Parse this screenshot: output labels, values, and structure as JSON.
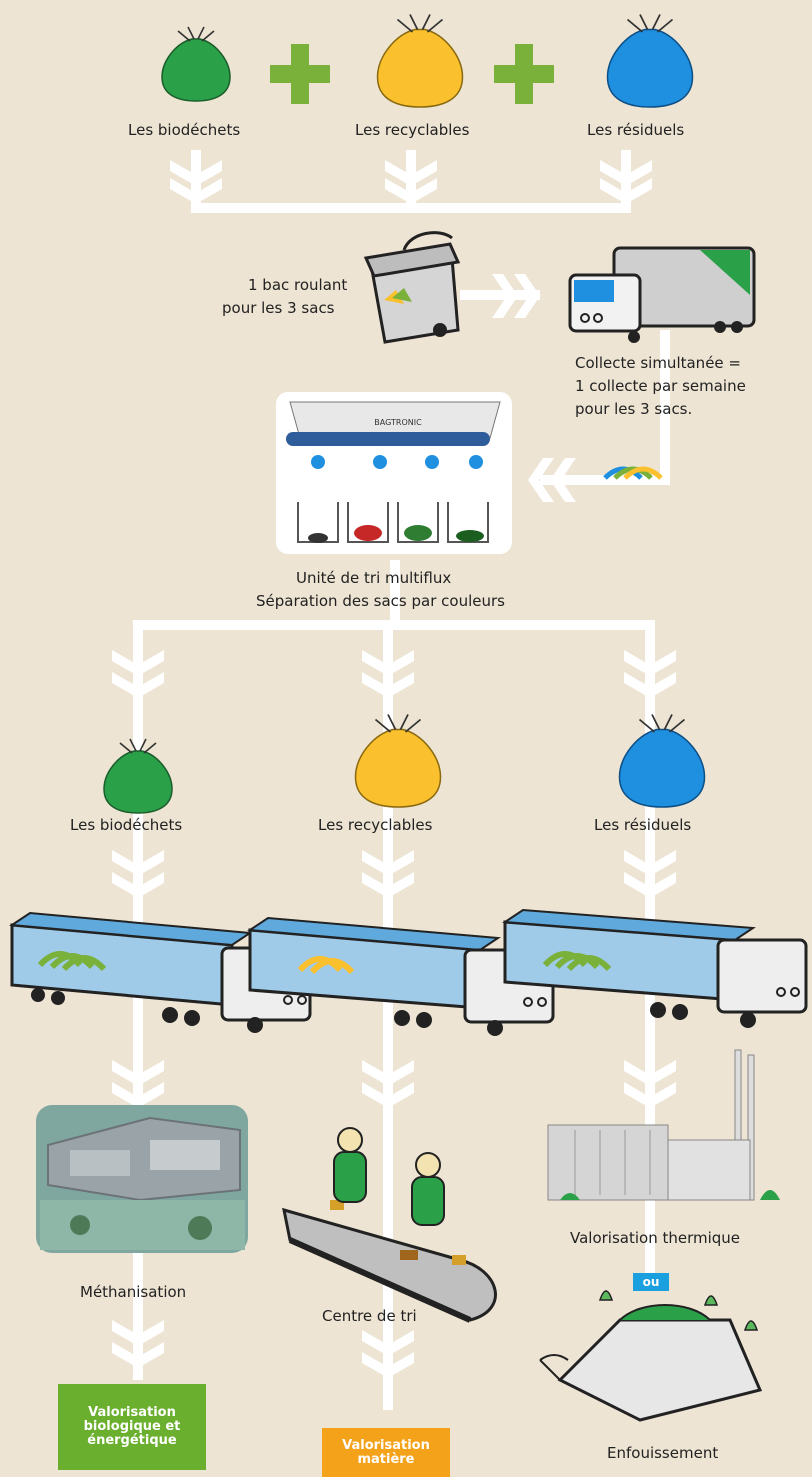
{
  "top": {
    "biodechets": "Les biodéchets",
    "recyclables": "Les recyclables",
    "residuels": "Les résiduels"
  },
  "bac": {
    "line1": "1 bac roulant",
    "line2": "pour les 3 sacs"
  },
  "collecte": {
    "line1": "Collecte simultanée =",
    "line2": "1 collecte  par semaine",
    "line3": "pour les 3 sacs."
  },
  "sorter_brand": "BAGTRONIC",
  "tri": {
    "line1": "Unité de tri multiflux",
    "line2": "Séparation des sacs par couleurs"
  },
  "mid": {
    "biodechets": "Les biodéchets",
    "recyclables": "Les recyclables",
    "residuels": "Les résiduels"
  },
  "outputs": {
    "methanisation": "Méthanisation",
    "centre_tri": "Centre de tri",
    "valorisation_thermique": "Valorisation thermique",
    "ou": "ou",
    "enfouissement": "Enfouissement"
  },
  "badges": {
    "bio_line1": "Valorisation",
    "bio_line2": "biologique et",
    "bio_line3": "énergétique",
    "matiere_line1": "Valorisation",
    "matiere_line2": "matière"
  },
  "colors": {
    "background": "#ede4d3",
    "green": "#2aa049",
    "yellow": "#fbc02d",
    "blue": "#1f8fe0",
    "plus_green": "#7ab13b",
    "badge_green": "#6aaf2e",
    "badge_orange": "#f5a21b",
    "arrows": "#ffffff"
  }
}
